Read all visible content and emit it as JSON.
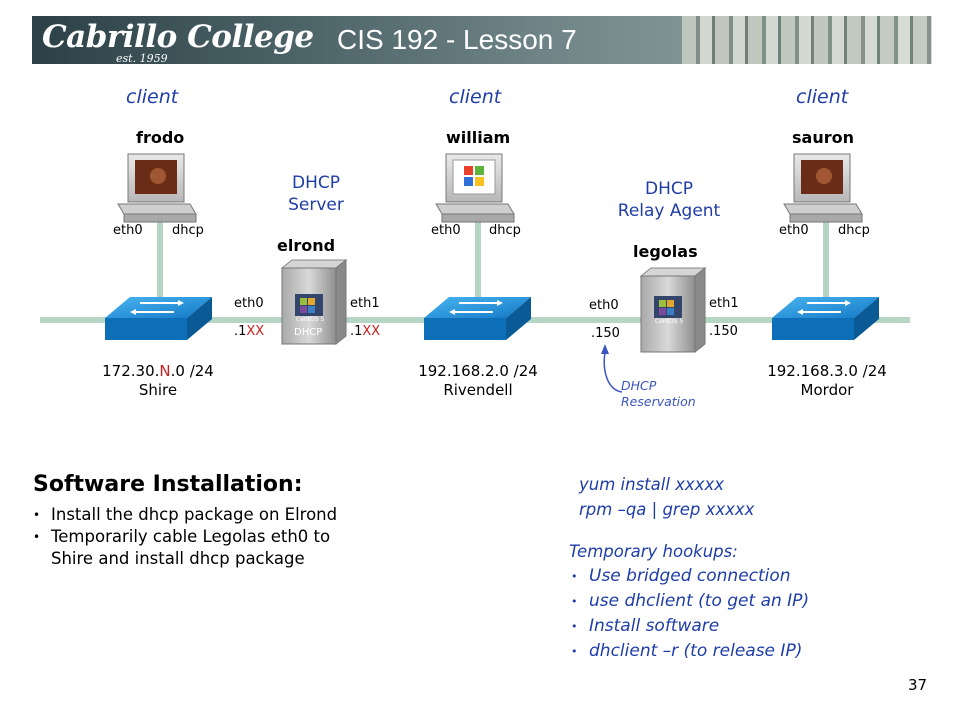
{
  "header": {
    "logo": "Cabrillo College",
    "logo_sub": "est. 1959",
    "title": "CIS 192 - Lesson 7"
  },
  "diagram": {
    "roles": {
      "frodo": "client",
      "william": "client",
      "sauron": "client"
    },
    "hosts": {
      "frodo": "frodo",
      "william": "william",
      "sauron": "sauron",
      "elrond": "elrond",
      "legolas": "legolas"
    },
    "client_ifaces": {
      "eth0": "eth0",
      "dhcp": "dhcp"
    },
    "dhcp_server": {
      "line1": "DHCP",
      "line2": "Server"
    },
    "relay_agent": {
      "line1": "DHCP",
      "line2": "Relay Agent"
    },
    "server_badge": "DHCP",
    "os_label": "CentOS 5",
    "elrond_ifaces": {
      "eth0": "eth0",
      "eth0_ip_dot": ".1",
      "eth0_ip_var": "XX",
      "eth1": "eth1",
      "eth1_ip_dot": ".1",
      "eth1_ip_var": "XX"
    },
    "legolas_ifaces": {
      "eth0": "eth0",
      "eth0_ip": ".150",
      "eth1": "eth1",
      "eth1_ip": ".150"
    },
    "networks": {
      "shire_pre": "172.30.",
      "shire_var": "N",
      "shire_post": ".0 /24",
      "shire_name": "Shire",
      "rivendell_addr": "192.168.2.0 /24",
      "rivendell_name": "Rivendell",
      "mordor_addr": "192.168.3.0 /24",
      "mordor_name": "Mordor"
    },
    "reservation": {
      "line1": "DHCP",
      "line2": "Reservation"
    }
  },
  "software": {
    "title": "Software Installation:",
    "items": [
      "Install the dhcp package on Elrond",
      "Temporarily cable Legolas eth0 to",
      "Shire and install dhcp package"
    ]
  },
  "commands": [
    "yum install xxxxx",
    "rpm –qa | grep xxxxx"
  ],
  "hookups": {
    "title": "Temporary hookups:",
    "items": [
      "Use bridged connection",
      "use dhclient (to get an IP)",
      "Install software",
      "dhclient –r (to release IP)"
    ]
  },
  "page_number": "37",
  "colors": {
    "accent_blue": "#1f3da8",
    "switch_blue": "#1a8fd9",
    "highlight_red": "#cc2020",
    "cable_green": "#b5d6c4"
  }
}
